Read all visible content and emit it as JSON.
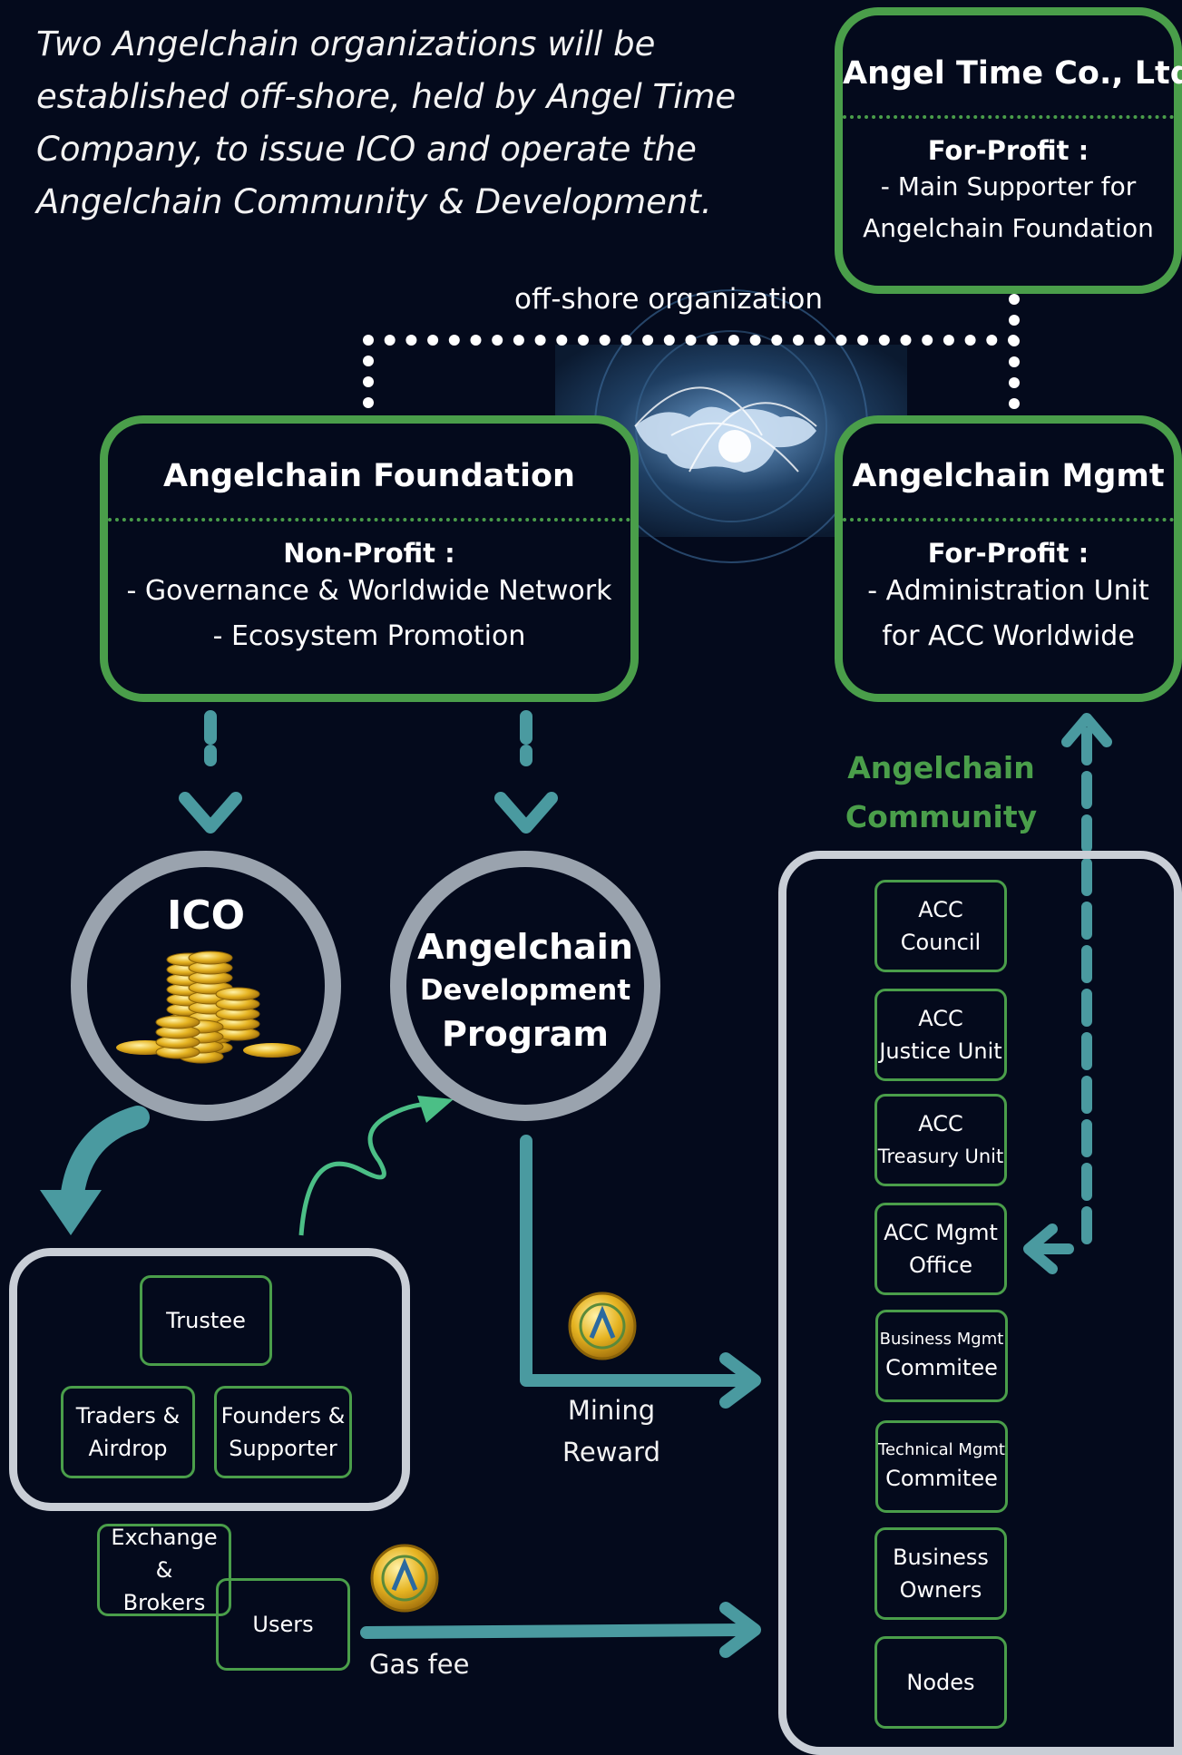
{
  "intro": {
    "lines": [
      "Two Angelchain organizations will be",
      "established off-shore, held by Angel Time",
      "Company, to issue ICO and operate the",
      "Angelchain Community & Development."
    ]
  },
  "angel_time": {
    "title": "Angel Time Co., Ltd.",
    "subtitle": "For-Profit :",
    "lines": [
      "- Main Supporter for",
      "Angelchain Foundation"
    ]
  },
  "offshore_label": "off-shore organization",
  "foundation": {
    "title": "Angelchain Foundation",
    "subtitle": "Non-Profit :",
    "lines": [
      "- Governance & Worldwide Network",
      "- Ecosystem Promotion"
    ]
  },
  "mgmt": {
    "title": "Angelchain Mgmt",
    "subtitle": "For-Profit :",
    "lines": [
      "- Administration Unit",
      "for ACC Worldwide"
    ]
  },
  "ico": {
    "title": "ICO"
  },
  "adp": {
    "lines": [
      "Angelchain",
      "Development",
      "Program"
    ]
  },
  "community": {
    "label_lines": [
      "Angelchain",
      "Community"
    ],
    "units": [
      {
        "lines": [
          "ACC",
          "Council"
        ]
      },
      {
        "lines": [
          "ACC",
          "Justice Unit"
        ]
      },
      {
        "lines": [
          "ACC",
          "Treasury Unit"
        ]
      },
      {
        "lines": [
          "ACC Mgmt",
          "Office"
        ]
      },
      {
        "small": "Business Mgmt",
        "line": "Commitee"
      },
      {
        "small": "Technical Mgmt",
        "line": "Commitee"
      },
      {
        "lines": [
          "Business",
          "Owners"
        ]
      },
      {
        "lines": [
          "Nodes"
        ]
      }
    ]
  },
  "holders": {
    "trustee": "Trustee",
    "traders": [
      "Traders &",
      "Airdrop"
    ],
    "founders": [
      "Founders &",
      "Supporter"
    ]
  },
  "exchange": [
    "Exchange &",
    "Brokers"
  ],
  "users": "Users",
  "mining_reward": [
    "Mining",
    "Reward"
  ],
  "gas_fee": "Gas fee",
  "colors": {
    "background": "#040a1c",
    "green": "#4a9e4a",
    "teal_arrow": "#4a9aa0",
    "grey_ring": "#9aa3ae",
    "grey_box": "#c9ced6",
    "gold": "#e6b422"
  }
}
